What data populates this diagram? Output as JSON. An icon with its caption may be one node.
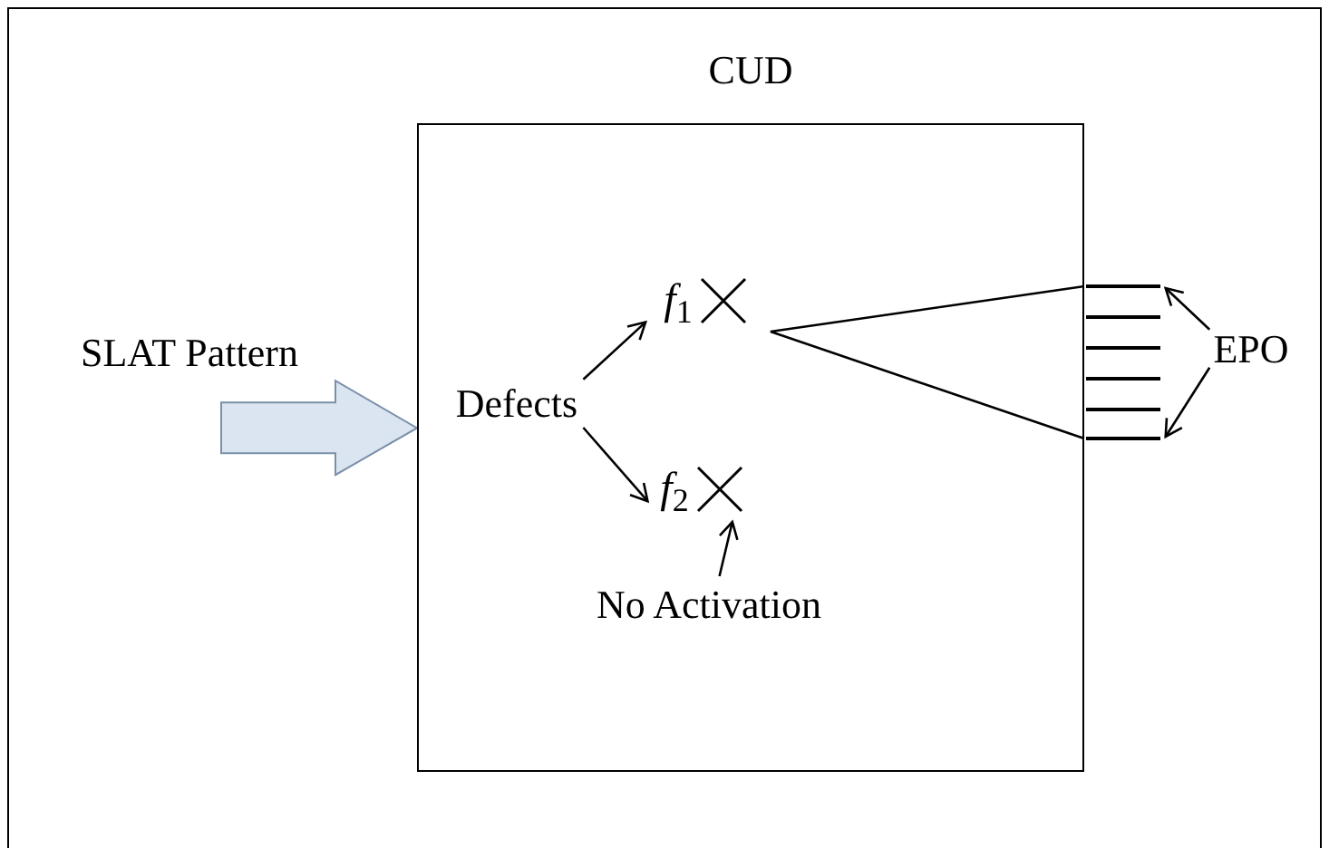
{
  "diagram": {
    "nodes": [
      {
        "text": [
          "CUD"
        ]
      },
      {
        "text": [
          "SLAT Pattern"
        ]
      },
      {
        "text": [
          "Defects"
        ],
        "in": 0
      },
      {
        "text": [
          "*f*$_{1}$"
        ],
        "in": 0
      },
      {
        "text": [
          "*f*$_{2}$"
        ],
        "in": 0
      },
      {
        "text": [
          "No Activation"
        ],
        "in": 0
      },
      {
        "text": [
          "EPO"
        ]
      },
      {
        "text": [],
        "shape": "bar"
      },
      {
        "text": [],
        "shape": "bar"
      },
      {
        "text": [],
        "shape": "bar"
      },
      {
        "text": [],
        "shape": "bar"
      },
      {
        "text": [],
        "shape": "bar"
      },
      {
        "text": [],
        "shape": "bar"
      }
    ],
    "edges": [
      {
        "from": 1,
        "to": 0,
        "arrow": "to",
        "style": "thick",
        "color": "#dbe5f1"
      },
      {
        "from": 2,
        "to": 3,
        "arrow": "to"
      },
      {
        "from": 2,
        "to": 4,
        "arrow": "to"
      },
      {
        "from": 5,
        "to": 4,
        "arrow": "to"
      },
      {
        "from": 6,
        "to": 7,
        "arrow": "to"
      },
      {
        "from": 6,
        "to": 12,
        "arrow": "to"
      }
    ]
  }
}
